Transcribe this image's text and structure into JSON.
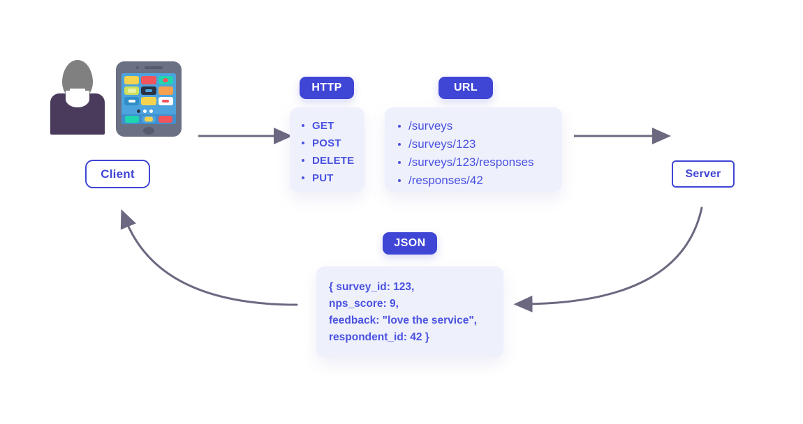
{
  "diagram": {
    "title": "Client-Server HTTP API request and response flow",
    "colors": {
      "accent": "#3f45d4",
      "panel_text": "#4a52e0",
      "panel_background": "#eef0fc",
      "arrow": "#6b6880",
      "badge_text": "#ffffff",
      "canvas": "#ffffff"
    },
    "client": {
      "label": "Client",
      "person_icon": "user-avatar-icon",
      "device_icon": "smartphone-icon"
    },
    "server": {
      "label": "Server"
    },
    "badges": {
      "http": "HTTP",
      "url": "URL",
      "json": "JSON"
    },
    "http_methods": [
      "GET",
      "POST",
      "DELETE",
      "PUT"
    ],
    "urls": [
      "/surveys",
      "/surveys/123",
      "/surveys/123/responses",
      "/responses/42"
    ],
    "json_response": [
      "{ survey_id: 123,",
      "nps_score: 9,",
      "feedback: \"love the service\",",
      "respondent_id: 42 }"
    ],
    "arrows": [
      {
        "name": "client-to-request",
        "direction": "right"
      },
      {
        "name": "request-to-server",
        "direction": "right"
      },
      {
        "name": "server-to-response",
        "direction": "down-left"
      },
      {
        "name": "response-to-client",
        "direction": "up-left"
      }
    ]
  }
}
